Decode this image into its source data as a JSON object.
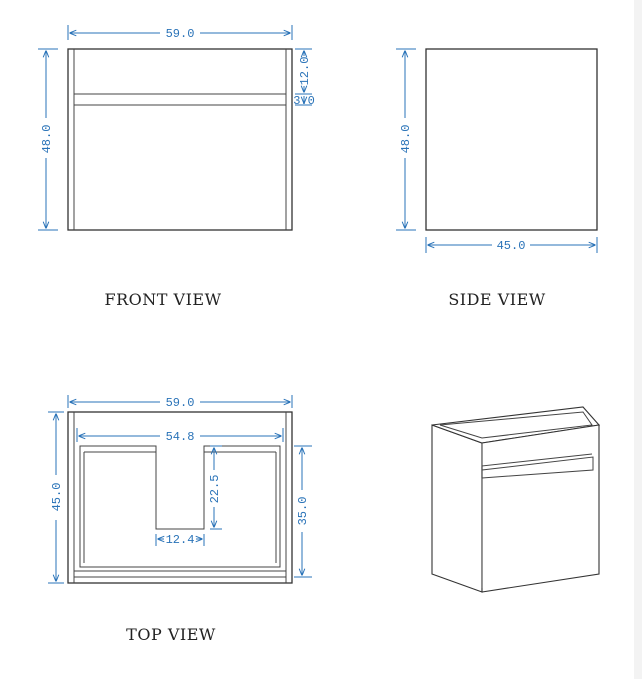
{
  "views": {
    "front": {
      "label": "FRONT VIEW"
    },
    "side": {
      "label": "SIDE VIEW"
    },
    "top": {
      "label": "TOP VIEW"
    }
  },
  "dimensions": {
    "front_width": "59.0",
    "front_height": "48.0",
    "front_top_gap": "12.0",
    "front_rail": "3.0",
    "side_height": "48.0",
    "side_depth": "45.0",
    "top_width": "59.0",
    "top_inner_width": "54.8",
    "top_depth": "45.0",
    "top_notch_depth": "22.5",
    "top_inner_depth": "35.0",
    "top_notch_width": "12.4"
  },
  "colors": {
    "dimension": "#2a73b8",
    "outline": "#333333"
  }
}
